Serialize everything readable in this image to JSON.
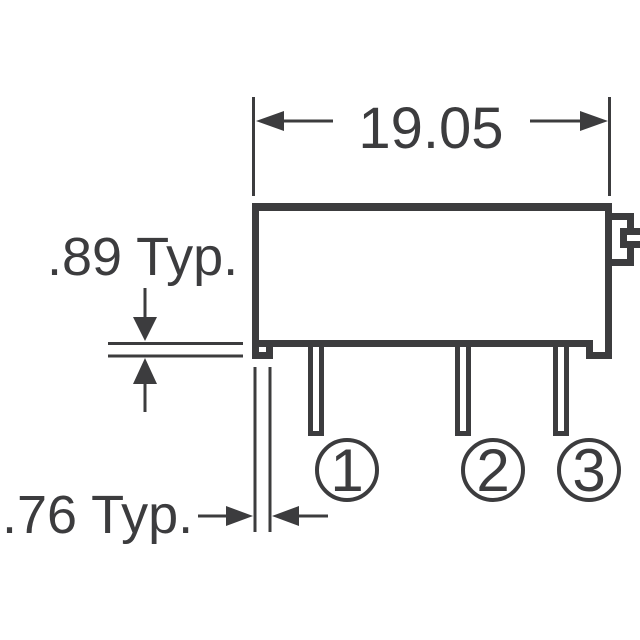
{
  "diagram": {
    "labels": {
      "body_width": "19.05",
      "standoff_height": ".89 Typ.",
      "lead_offset": ".76 Typ."
    },
    "pin_numbers": [
      "1",
      "2",
      "3"
    ],
    "colors": {
      "ink": "#3c3c3e",
      "background": "#ffffff"
    }
  }
}
